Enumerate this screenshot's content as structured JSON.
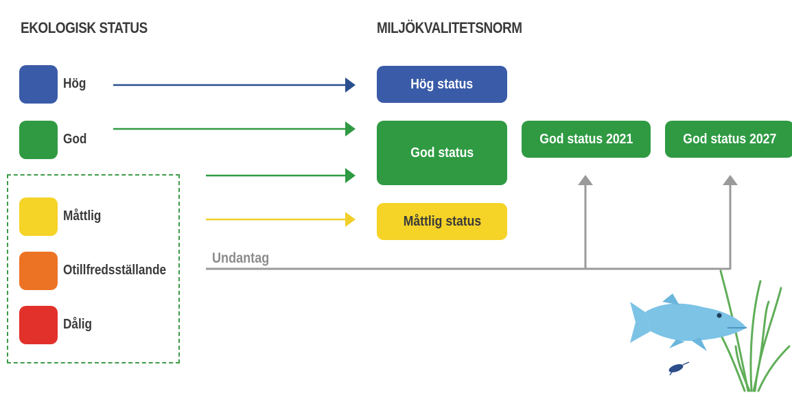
{
  "headings": {
    "left": "EKOLOGISK STATUS",
    "right": "MILJÖKVALITETSNORM"
  },
  "legend": [
    {
      "label": "Hög",
      "color": "#3a5ba8"
    },
    {
      "label": "God",
      "color": "#2f9a42"
    },
    {
      "label": "Måttlig",
      "color": "#f5d327"
    },
    {
      "label": "Otillfredsställande",
      "color": "#ec7324"
    },
    {
      "label": "Dålig",
      "color": "#e2302a"
    }
  ],
  "norms": {
    "hog": {
      "label": "Hög status",
      "color": "#3a5ba8"
    },
    "god": {
      "label": "God status",
      "color": "#2f9a42"
    },
    "mattlig": {
      "label": "Måttlig status",
      "color": "#f5d327",
      "text_color": "#3a3a3a"
    },
    "god_2021": {
      "label": "God status 2021",
      "color": "#2f9a42"
    },
    "god_2027": {
      "label": "God status 2027",
      "color": "#2f9a42"
    }
  },
  "exception": {
    "label": "Undantag",
    "color": "#9a9a9a"
  },
  "illustration": [
    "pike-fish-icon",
    "seagrass-icon",
    "small-crustacean-icon"
  ]
}
